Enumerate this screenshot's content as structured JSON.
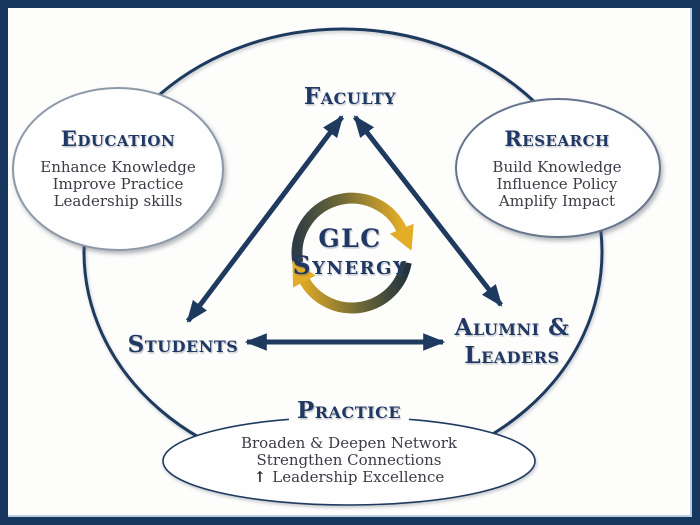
{
  "diagram": {
    "center": {
      "line1": "GLC",
      "line2": "Synergy"
    },
    "nodes": {
      "faculty": "Faculty",
      "students": "Students",
      "alumni_line1": "Alumni &",
      "alumni_line2": "Leaders"
    },
    "bubbles": {
      "education": {
        "title": "Education",
        "lines": [
          "Enhance Knowledge",
          "Improve Practice",
          "Leadership skills"
        ]
      },
      "research": {
        "title": "Research",
        "lines": [
          "Build Knowledge",
          "Influence Policy",
          "Amplify Impact"
        ]
      },
      "practice": {
        "title": "Practice",
        "lines": [
          "Broaden & Deepen Network",
          "Strengthen Connections",
          "Leadership Excellence"
        ],
        "up_arrow": "↑"
      }
    },
    "colors": {
      "navy": "#1F3A5F",
      "gold": "#E3AD27",
      "frame": "#17375E",
      "accent_line": "#B9CDE5",
      "body_text": "#3C3C46"
    }
  }
}
